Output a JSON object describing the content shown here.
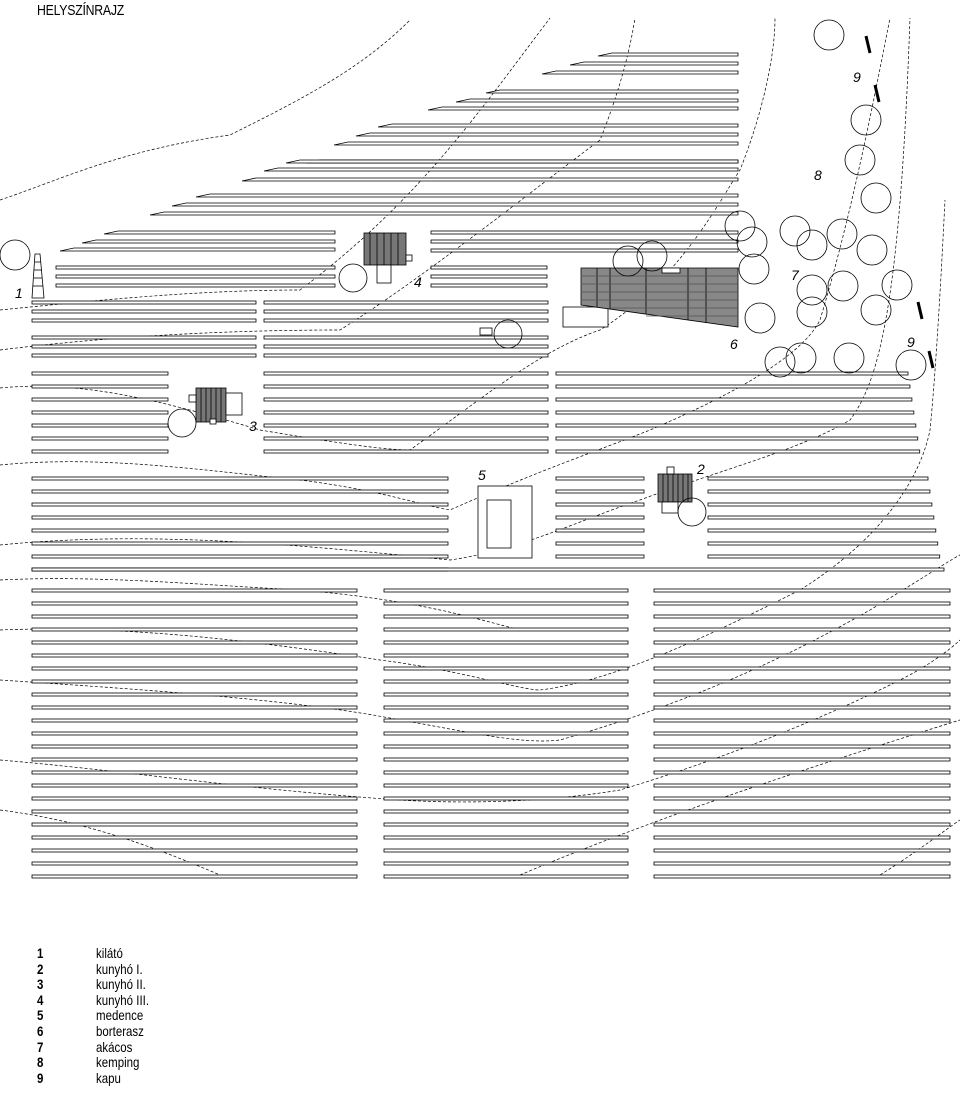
{
  "title": "HELYSZÍNRAJZ",
  "plan_labels": [
    {
      "id": "1",
      "text": "1"
    },
    {
      "id": "2",
      "text": "2"
    },
    {
      "id": "3",
      "text": "3"
    },
    {
      "id": "4",
      "text": "4"
    },
    {
      "id": "5",
      "text": "5"
    },
    {
      "id": "6",
      "text": "6"
    },
    {
      "id": "7",
      "text": "7"
    },
    {
      "id": "8",
      "text": "8"
    },
    {
      "id": "9a",
      "text": "9"
    },
    {
      "id": "9b",
      "text": "9"
    }
  ],
  "legend": [
    {
      "num": "1",
      "label": "kilátó"
    },
    {
      "num": "2",
      "label": "kunyhó I."
    },
    {
      "num": "3",
      "label": "kunyhó II."
    },
    {
      "num": "4",
      "label": "kunyhó III."
    },
    {
      "num": "5",
      "label": "medence"
    },
    {
      "num": "6",
      "label": "borterasz"
    },
    {
      "num": "7",
      "label": "akácos"
    },
    {
      "num": "8",
      "label": "kemping"
    },
    {
      "num": "9",
      "label": "kapu"
    }
  ]
}
